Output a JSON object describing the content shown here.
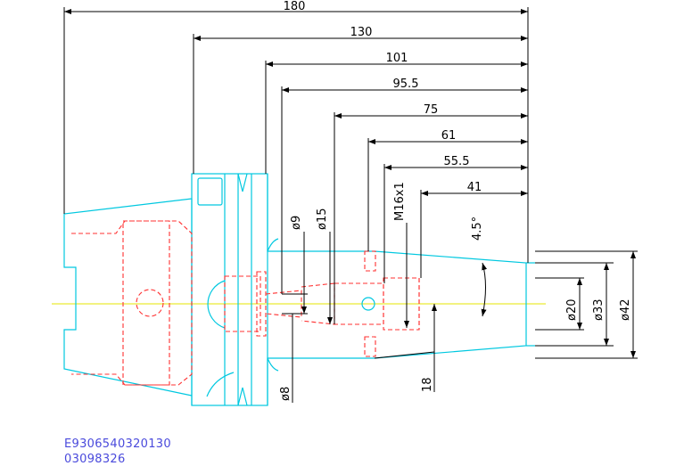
{
  "drawing": {
    "horizontal_dimensions": [
      "180",
      "130",
      "101",
      "95.5",
      "75",
      "61",
      "55.5",
      "41"
    ],
    "vertical_text_dimensions": [
      "ø9",
      "ø15",
      "M16x1",
      "ø8",
      "18"
    ],
    "diameter_dimensions": [
      "ø20",
      "ø33",
      "ø42"
    ],
    "angle_dimension": "4.5°"
  },
  "identification": {
    "part_number": "E9306540320130",
    "order_number": "03098326"
  },
  "colors": {
    "outline": "#00c8e0",
    "hidden_lines": "#ff3030",
    "center_line": "#e6e600",
    "dimensions": "#000000",
    "identification_text": "#4a4adc"
  }
}
